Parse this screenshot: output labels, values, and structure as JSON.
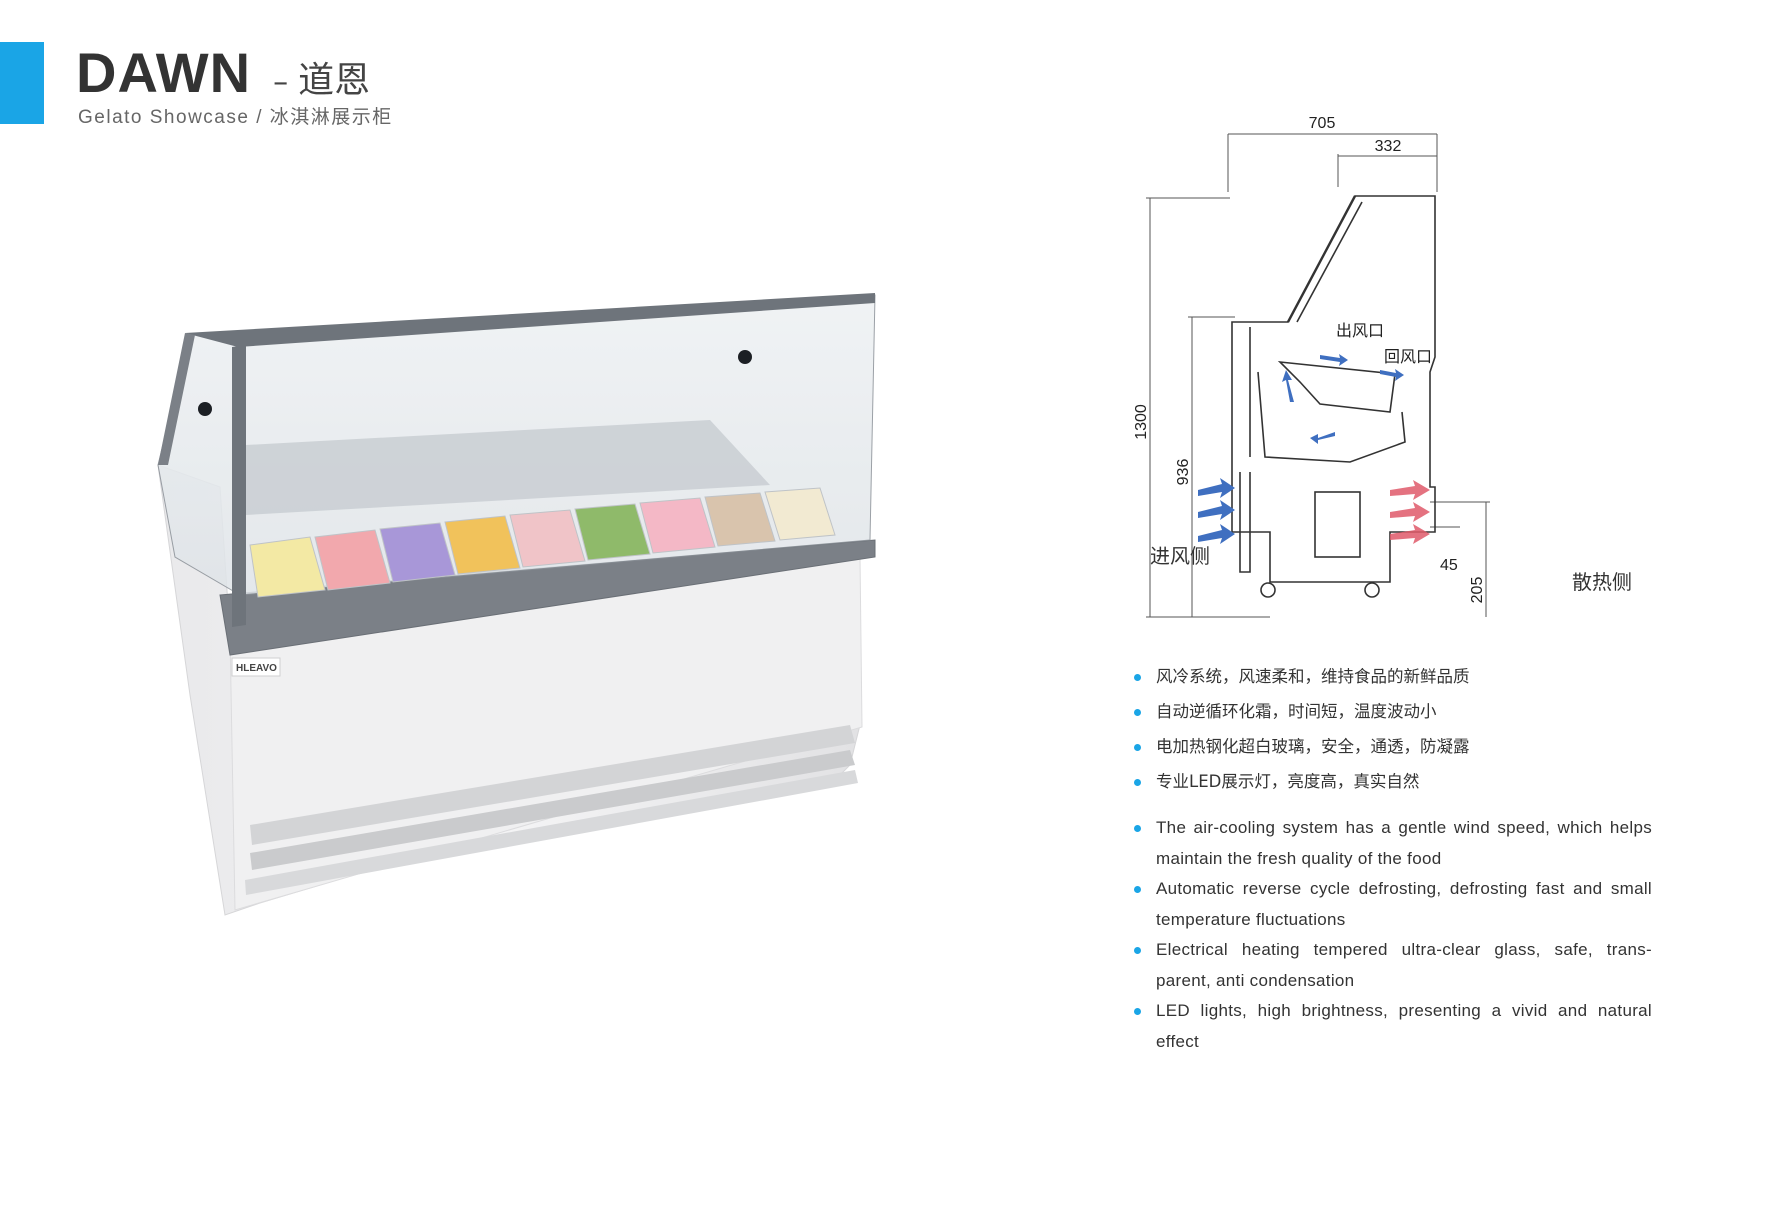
{
  "header": {
    "title": "DAWN",
    "title_separator": "–",
    "title_cn": "道恩",
    "subtitle": "Gelato Showcase / 冰淇淋展示柜"
  },
  "product": {
    "brand_label": "HLEAVO"
  },
  "diagram": {
    "width_total": "705",
    "width_top": "332",
    "height_total": "1300",
    "height_counter": "936",
    "height_base": "205",
    "foot_gap": "45",
    "outlet_label": "出风口",
    "return_label": "回风口",
    "intake_side": "进风侧",
    "exhaust_side": "散热侧"
  },
  "features_cn": [
    "风冷系统，风速柔和，维持食品的新鲜品质",
    "自动逆循环化霜，时间短，温度波动小",
    "电加热钢化超白玻璃，安全，通透，防凝露",
    "专业LED展示灯，亮度高，真实自然"
  ],
  "features_en": [
    "The air-cooling system has a gentle wind speed, which helps maintain the fresh quality of the food",
    "Automatic reverse cycle defrosting, defrosting fast and small temperature fluctuations",
    "Electrical heating tempered ultra-clear glass, safe, trans-parent, anti condensation",
    "LED lights, high brightness, presenting a vivid and natural effect"
  ],
  "colors": {
    "accent": "#1aa5e6",
    "arrow_cool": "#3f6fc0",
    "arrow_hot": "#e05a6a"
  }
}
